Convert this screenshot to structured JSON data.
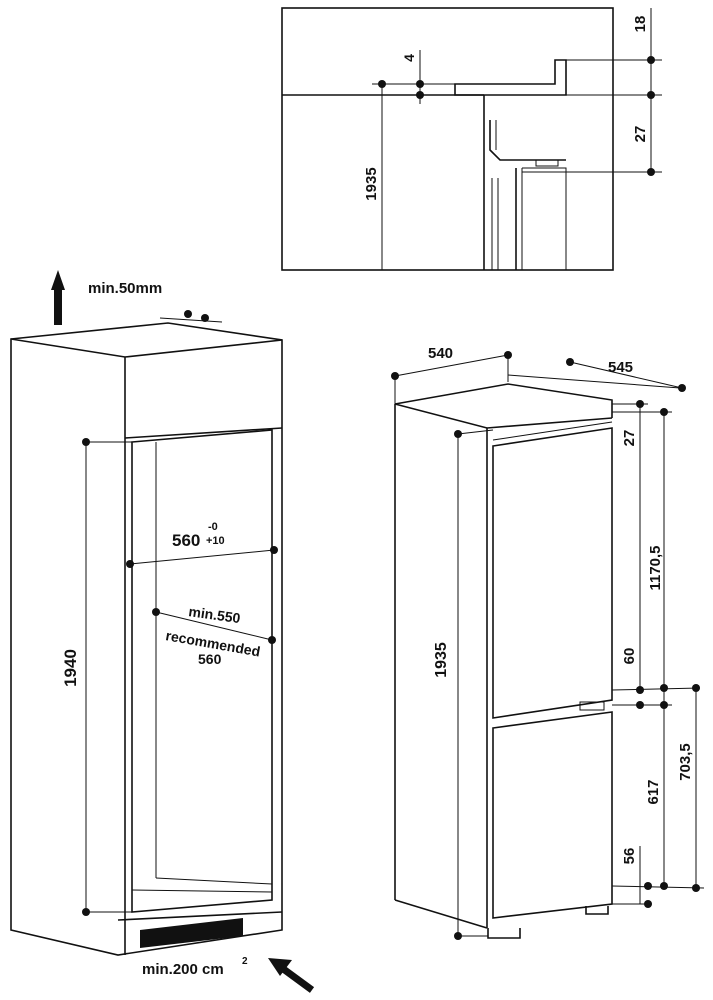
{
  "detail": {
    "dim_18": "18",
    "dim_4": "4",
    "dim_27": "27",
    "dim_1935": "1935"
  },
  "niche": {
    "min_gap": "min.50mm",
    "width": "560",
    "width_tol_minus": "-0",
    "width_tol_plus": "+10",
    "depth_min": "min.550",
    "depth_rec_1": "recommended",
    "depth_rec_2": "560",
    "height": "1940",
    "vent_prefix": "min.200 cm",
    "vent_sup": "2"
  },
  "appliance": {
    "width": "540",
    "depth": "545",
    "top_gap": "27",
    "upper_door": "1170,5",
    "mid_gap": "60",
    "lower_door": "617",
    "lower_total": "703,5",
    "bottom_gap": "56",
    "height": "1935"
  }
}
